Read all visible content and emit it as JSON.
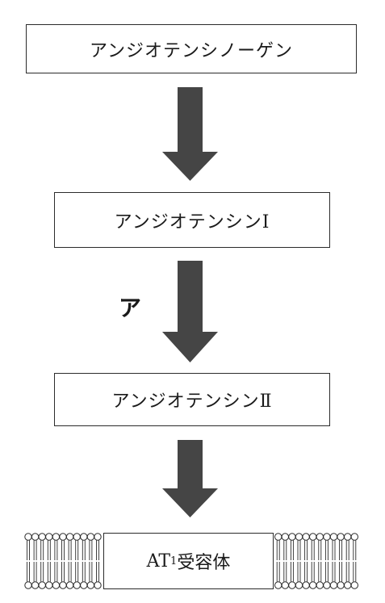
{
  "diagram": {
    "step1": "アンジオテンシノーゲン",
    "step2": "アンジオテンシンⅠ",
    "step3": "アンジオテンシンⅡ",
    "enzyme_label": "ア",
    "receptor": {
      "prefix": "AT",
      "subscript": "1",
      "suffix": " 受容体"
    }
  },
  "colors": {
    "arrow": "#454545",
    "border": "#2b2b2b"
  },
  "icons": {
    "arrow": "down-arrow-icon",
    "membrane": "lipid-bilayer-icon"
  }
}
